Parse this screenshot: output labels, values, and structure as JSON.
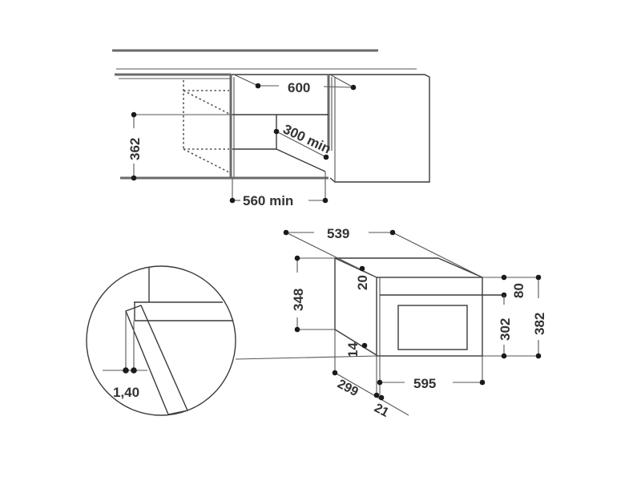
{
  "diagram": {
    "subject": "built-in appliance installation dimensions",
    "units": "mm",
    "cabinet_view": {
      "labels": {
        "width": "600",
        "height": "362",
        "depth_min": "300 min",
        "opening_width_min": "560 min"
      }
    },
    "appliance_view": {
      "labels": {
        "depth": "539",
        "body_height": "348",
        "top_offset": "20",
        "bottom_offset": "14",
        "front_top_band": "80",
        "front_lower": "302",
        "front_height": "382",
        "front_width": "595",
        "side_depth": "299",
        "front_thickness": "21"
      }
    },
    "detail_view": {
      "labels": {
        "gap": "1,40"
      }
    },
    "colors": {
      "line": "#3a3a3a",
      "dot": "#1a1a1a",
      "text": "#333333",
      "background": "#ffffff"
    }
  }
}
